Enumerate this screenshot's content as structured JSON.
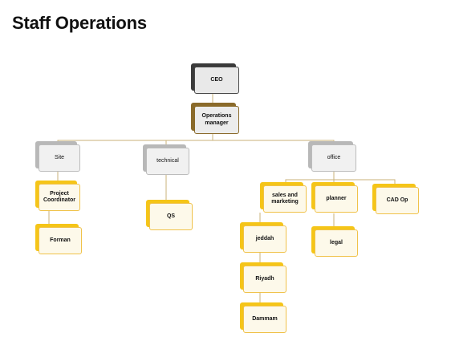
{
  "title": "Staff Operations",
  "nodes": {
    "ceo": "CEO",
    "ops_manager": "Operations manager",
    "site": "Site",
    "technical": "technical",
    "office": "office",
    "project_coordinator": "Project Coordinator",
    "forman": "Forman",
    "qs": "QS",
    "sales_marketing": "sales and marketing",
    "planner": "planner",
    "cad_op": "CAD Op",
    "jeddah": "jeddah",
    "riyadh": "Riyadh",
    "dammam": "Dammam",
    "legal": "legal"
  },
  "colors": {
    "executive": "#3a3a3a",
    "manager": "#8a6a2a",
    "department": "#b8b8b8",
    "staff": "#f5c518",
    "connector": "#c9b27a"
  }
}
